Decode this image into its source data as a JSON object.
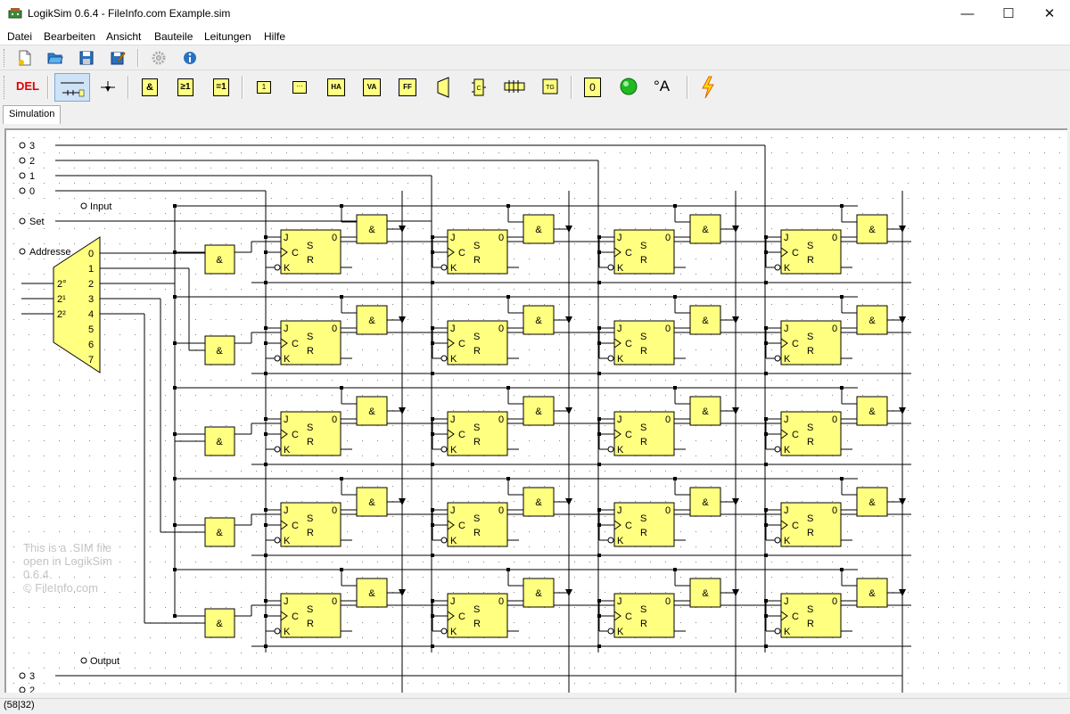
{
  "window": {
    "title": "LogikSim 0.6.4 - FileInfo.com Example.sim",
    "minimize": "—",
    "maximize": "☐",
    "close": "✕"
  },
  "menu": [
    "Datei",
    "Bearbeiten",
    "Ansicht",
    "Bauteile",
    "Leitungen",
    "Hilfe"
  ],
  "toolbar1": [
    "new-file-icon",
    "open-folder-icon",
    "save-icon",
    "save-as-icon",
    "settings-gear-icon",
    "info-icon"
  ],
  "toolbar2": {
    "del": "DEL",
    "and": "&",
    "or": "≥1",
    "xor": "=1",
    "buffer": "1",
    "delay": "···",
    "half_adder": "HA",
    "full_adder": "VA",
    "flipflop": "FF",
    "zero": "0",
    "text": "°A"
  },
  "tab": "Simulation",
  "circuit": {
    "inputs": [
      "3",
      "2",
      "1",
      "0"
    ],
    "input_label": "Input",
    "set_label": "Set",
    "address_label": "Addresse",
    "output_label": "Output",
    "output_pins": [
      "3",
      "2"
    ],
    "demux_inputs": [
      "2°",
      "2¹",
      "2²"
    ],
    "demux_outputs": [
      "0",
      "1",
      "2",
      "3",
      "4",
      "5",
      "6",
      "7"
    ],
    "and_symbol": "&",
    "ff": {
      "j": "J",
      "c": "C",
      "k": "K",
      "s": "S",
      "r": "R",
      "q": "0"
    },
    "watermark": [
      "This is a .SIM file",
      "open in LogikSim",
      "0.6.4.",
      "© FileInfo.com"
    ]
  },
  "status": "(58|32)"
}
